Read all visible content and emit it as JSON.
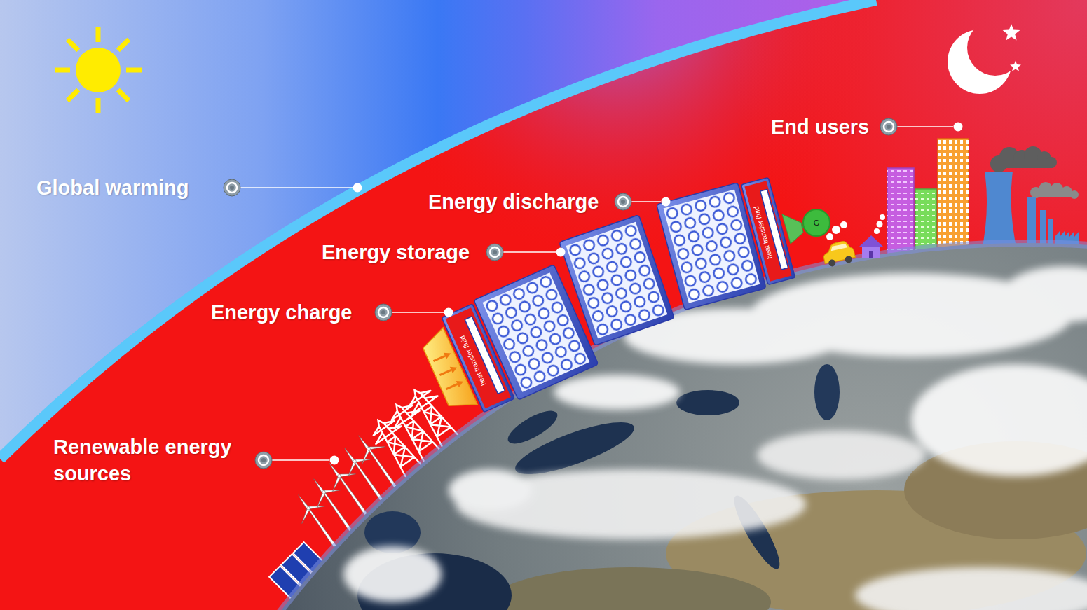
{
  "diagram": {
    "nodes": [
      {
        "text": [
          "G"
        ]
      }
    ],
    "labels": [
      "Global warming",
      "End users",
      "Energy discharge",
      "Energy storage",
      "Energy charge",
      "Renewable energy sources",
      "heat transfer fluid",
      "heat transfer fluid"
    ]
  }
}
